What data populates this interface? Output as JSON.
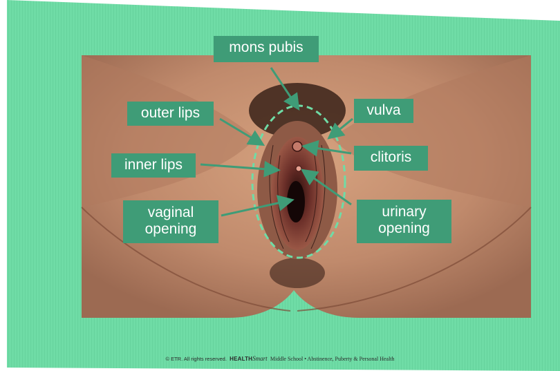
{
  "colors": {
    "background_green": "#6fdca6",
    "label_bg": "#3f9c77",
    "label_text": "#ffffff",
    "skin": "#c08a6c",
    "skin_dark": "#8a5a44"
  },
  "labels": {
    "mons_pubis": "mons pubis",
    "outer_lips": "outer lips",
    "vulva": "vulva",
    "inner_lips": "inner lips",
    "clitoris": "clitoris",
    "vaginal_opening": [
      "vaginal",
      "opening"
    ],
    "urinary_opening": [
      "urinary",
      "opening"
    ]
  },
  "footer": {
    "copyright": "© ETR. All rights reserved.",
    "brand": "HEALTH",
    "brand_script": "Smart",
    "subtitle": "Middle School • Abstinence, Puberty & Personal Health"
  }
}
